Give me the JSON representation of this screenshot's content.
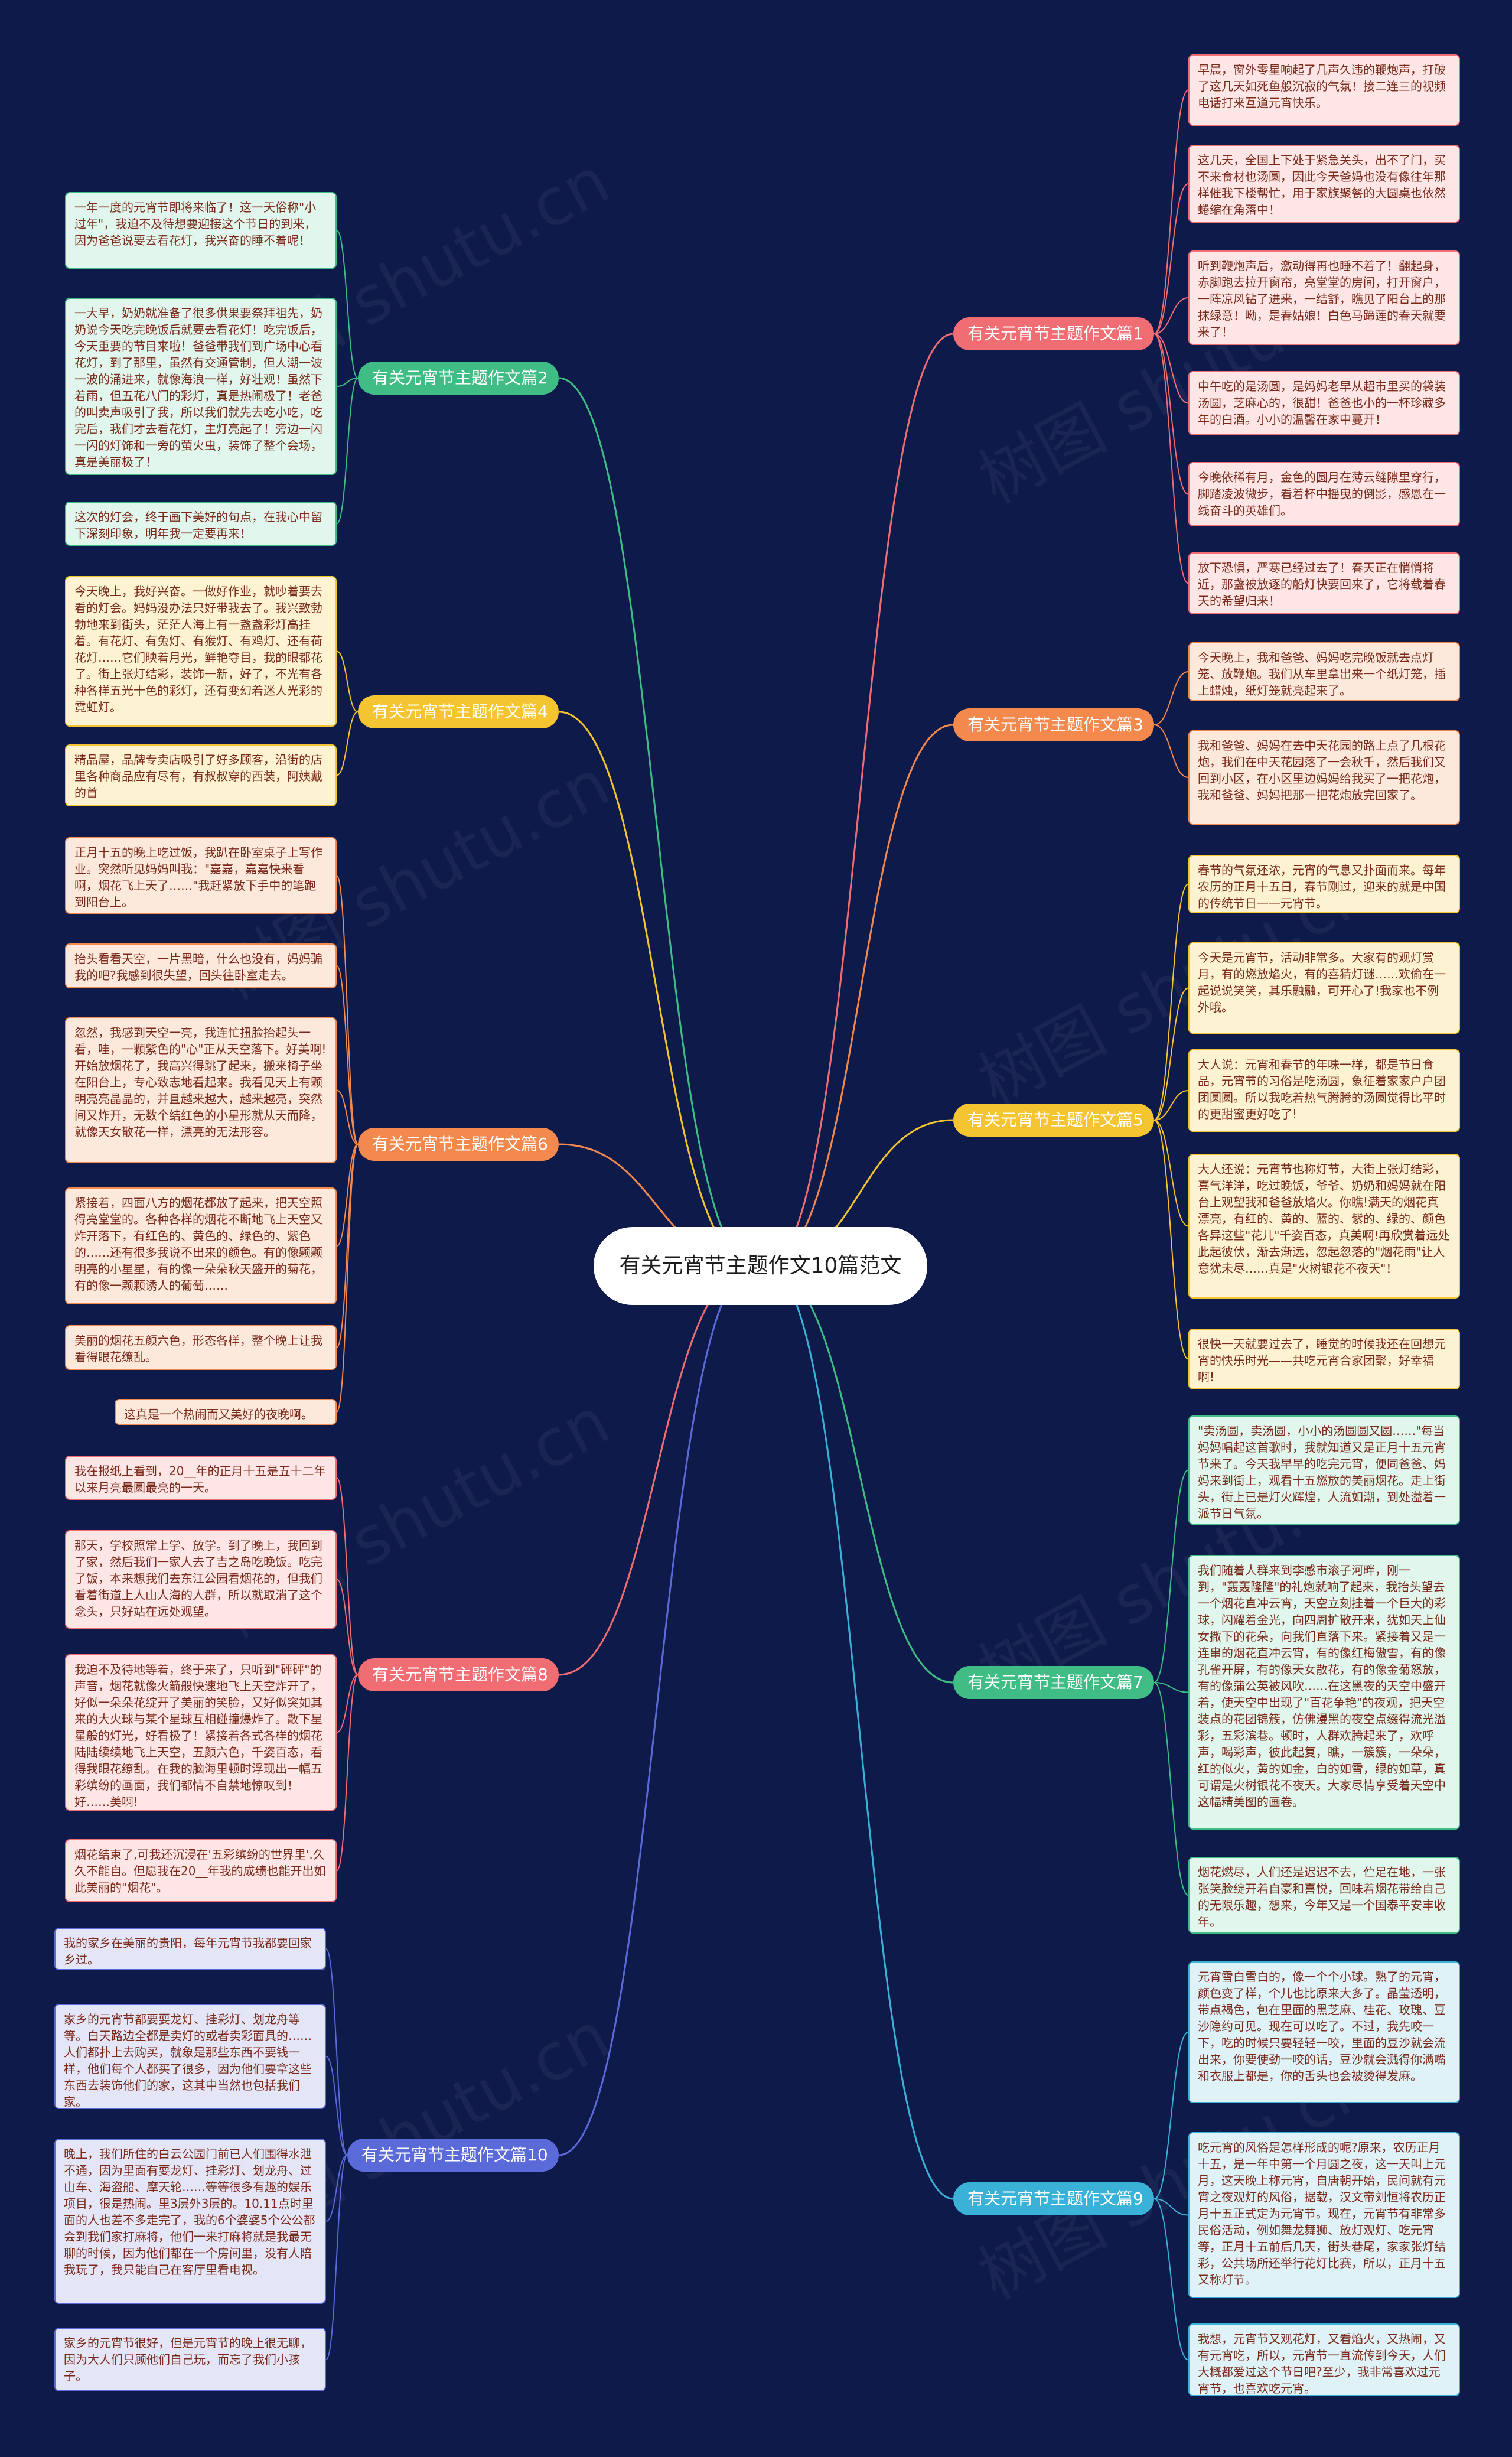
{
  "root": {
    "title": "有关元宵节主题作文10篇范文"
  },
  "branches": [
    {
      "id": "b1",
      "label": "有关元宵节主题作文篇1",
      "color": "#f06e73",
      "leaves": [
        "早晨，窗外零星响起了几声久违的鞭炮声，打破了这几天如死鱼般沉寂的气氛！接二连三的视频电话打来互道元宵快乐。",
        "这几天，全国上下处于紧急关头，出不了门，买不来食材也汤圆，因此今天爸妈也没有像往年那样催我下楼帮忙，用于家族聚餐的大圆桌也依然蜷缩在角落中！",
        "听到鞭炮声后，激动得再也睡不着了！翻起身，赤脚跑去拉开窗帘，亮堂堂的房间，打开窗户，一阵凉风钻了进来，一结舒，瞧见了阳台上的那抹绿意！呦，是春姑娘！白色马蹄莲的春天就要来了！",
        "中午吃的是汤圆，是妈妈老早从超市里买的袋装汤圆，芝麻心的，很甜！爸爸也小的一杯珍藏多年的白酒。小小的温馨在家中蔓开！",
        "今晚依稀有月，金色的圆月在薄云缝隙里穿行，脚踏凌波微步，看着杯中摇曳的倒影，感恩在一线奋斗的英雄们。",
        "放下恐惧，严寒已经过去了！春天正在悄悄将近，那盏被放逐的船灯快要回来了，它将载着春天的希望归来！"
      ]
    },
    {
      "id": "b2",
      "label": "有关元宵节主题作文篇2",
      "color": "#3fbd85",
      "leaves": [
        "一年一度的元宵节即将来临了！这一天俗称\"小过年\"，我迫不及待想要迎接这个节日的到来，因为爸爸说要去看花灯，我兴奋的睡不着呢！",
        "一大早，奶奶就准备了很多供果要祭拜祖先，奶奶说今天吃完晚饭后就要去看花灯！吃完饭后，今天重要的节目来啦！爸爸带我们到广场中心看花灯，到了那里，虽然有交通管制，但人潮一波一波的涌进来，就像海浪一样，好壮观！虽然下着雨，但五花八门的彩灯，真是热闹极了！老爸的叫卖声吸引了我，所以我们就先去吃小吃，吃完后，我们才去看花灯，主灯亮起了！旁边一闪一闪的灯饰和一旁的萤火虫，装饰了整个会场，真是美丽极了！",
        "这次的灯会，终于画下美好的句点，在我心中留下深刻印象，明年我一定要再来！"
      ]
    },
    {
      "id": "b3",
      "label": "有关元宵节主题作文篇3",
      "color": "#f4894e",
      "leaves": [
        "今天晚上，我和爸爸、妈妈吃完晚饭就去点灯笼、放鞭炮。我们从车里拿出来一个纸灯笼，插上蜡烛，纸灯笼就亮起来了。",
        "我和爸爸、妈妈在去中天花园的路上点了几根花炮，我们在中天花园落了一会秋千，然后我们又回到小区，在小区里边妈妈给我买了一把花炮，我和爸爸、妈妈把那一把花炮放完回家了。"
      ]
    },
    {
      "id": "b4",
      "label": "有关元宵节主题作文篇4",
      "color": "#f5c431",
      "leaves": [
        "今天晚上，我好兴奋。一做好作业，就吵着要去看的灯会。妈妈没办法只好带我去了。我兴致勃勃地来到街头，茫茫人海上有一盏盏彩灯高挂着。有花灯、有兔灯、有猴灯、有鸡灯、还有荷花灯……它们映着月光，鲜艳夺目，我的眼都花了。街上张灯结彩，装饰一新，好了，不光有各种各样五光十色的彩灯，还有变幻着迷人光彩的霓虹灯。",
        "精品屋，品牌专卖店吸引了好多顾客，沿街的店里各种商品应有尽有，有叔叔穿的西装，阿姨戴的首"
      ]
    },
    {
      "id": "b5",
      "label": "有关元宵节主题作文篇5",
      "color": "#f5c431",
      "leaves": [
        "春节的气氛还浓，元宵的气息又扑面而来。每年农历的正月十五日，春节刚过，迎来的就是中国的传统节日——元宵节。",
        "今天是元宵节，活动非常多。大家有的观灯赏月，有的燃放焰火，有的喜猜灯谜……欢偷在一起说说笑笑，其乐融融，可开心了!我家也不例外哦。",
        "大人说：元宵和春节的年味一样，都是节日食品，元宵节的习俗是吃汤圆，象征着家家户户团团圆圆。所以我吃着热气腾腾的汤圆觉得比平时的更甜蜜更好吃了!",
        "大人还说：元宵节也称灯节，大街上张灯结彩，喜气洋洋，吃过晚饭，爷爷、奶奶和妈妈就在阳台上观望我和爸爸放焰火。你瞧!满天的烟花真漂亮，有红的、黄的、蓝的、紫的、绿的、颜色各异这些\"花儿\"千姿百态，真美啊!再欣赏着远处此起彼伏，渐去渐远，忽起忽落的\"烟花雨\"让人意犹未尽……真是\"火树银花不夜天\"！",
        "很快一天就要过去了，睡觉的时候我还在回想元宵的快乐时光——共吃元宵合家团聚，好幸福啊!"
      ]
    },
    {
      "id": "b6",
      "label": "有关元宵节主题作文篇6",
      "color": "#f4894e",
      "leaves": [
        "正月十五的晚上吃过饭，我趴在卧室桌子上写作业。突然听见妈妈叫我：\"嘉嘉，嘉嘉快来看啊，烟花飞上天了……\"我赶紧放下手中的笔跑到阳台上。",
        "抬头看看天空，一片黑暗，什么也没有，妈妈骗我的吧?我感到很失望，回头往卧室走去。",
        "忽然，我感到天空一亮，我连忙扭脸抬起头一看，哇，一颗紫色的\"心\"正从天空落下。好美啊!开始放烟花了，我高兴得跳了起来，搬来椅子坐在阳台上，专心致志地看起来。我看见天上有颗明亮亮晶晶的，并且越来越大，越来越亮，突然间又炸开，无数个结红色的小星形就从天而降，就像天女散花一样，漂亮的无法形容。",
        "紧接着，四面八方的烟花都放了起来，把天空照得亮堂堂的。各种各样的烟花不断地飞上天空又炸开落下，有红色的、黄色的、绿色的、紫色的……还有很多我说不出来的颜色。有的像颗颗明亮的小星星，有的像一朵朵秋天盛开的菊花，有的像一颗颗诱人的葡萄……",
        "美丽的烟花五颜六色，形态各样，整个晚上让我看得眼花缭乱。",
        "这真是一个热闹而又美好的夜晚啊。"
      ]
    },
    {
      "id": "b7",
      "label": "有关元宵节主题作文篇7",
      "color": "#3fbd85",
      "leaves": [
        "\"卖汤圆，卖汤圆，小小的汤圆圆又圆……\"每当妈妈唱起这首歌时，我就知道又是正月十五元宵节来了。今天我早早的吃完元宵，便同爸爸、妈妈来到街上，观看十五燃放的美丽烟花。走上街头，街上已是灯火辉煌，人流如潮，到处溢着一派节日气氛。",
        "我们随着人群来到李感市滚子河畔，刚一到，\"轰轰隆隆\"的礼炮就响了起来，我抬头望去一个烟花直冲云宵，天空立刻挂着一个巨大的彩球，闪耀着金光，向四周扩散开来，犹如天上仙女撒下的花朵，向我们直落下来。紧接着又是一连串的烟花直冲云宵，有的像红梅傲雪，有的像孔雀开屏，有的像天女散花，有的像金菊怒放，有的像蒲公英被风吹……在这黑夜的天空中盛开着，使天空中出现了\"百花争艳\"的夜观，把天空装点的花团锦簇，仿佛漫黑的夜空点缀得流光溢彩，五彩滨巷。顿时，人群欢腾起来了，欢呼声，喝彩声，彼此起复，瞧，一簇簇，一朵朵，红的似火，黄的如金，白的如雪，绿的如草，真可谓是火树银花不夜天。大家尽情享受着天空中这幅精美图的画卷。",
        "烟花燃尽，人们还是迟迟不去，伫足在地，一张张笑脸绽开着自豪和喜悦，回味着烟花带给自己的无限乐趣，想来，今年又是一个国泰平安丰收年。"
      ]
    },
    {
      "id": "b8",
      "label": "有关元宵节主题作文篇8",
      "color": "#f06e73",
      "leaves": [
        "我在报纸上看到，20__年的正月十五是五十二年以来月亮最圆最亮的一天。",
        "那天，学校照常上学、放学。到了晚上，我回到了家，然后我们一家人去了吉之岛吃晚饭。吃完了饭，本来想我们去东江公园看烟花的，但我们看着街道上人山人海的人群，所以就取消了这个念头，只好站在远处观望。",
        "我迫不及待地等着，终于来了，只听到\"砰砰\"的声音，烟花就像火箭般快速地飞上天空炸开了，好似一朵朵花绽开了美丽的笑脸，又好似突如其来的大火球与某个星球互相碰撞爆炸了。散下星星般的灯光，好看极了！紧接着各式各样的烟花陆陆续续地飞上天空，五颜六色，千姿百态，看得我眼花缭乱。在我的脑海里顿时浮现出一幅五彩缤纷的画面，我们都情不自禁地惊叹到！好……美啊!",
        "烟花结束了,可我还沉浸在'五彩缤纷的世界里'.久久不能自。但愿我在20__年我的成绩也能开出如此美丽的\"烟花\"。"
      ]
    },
    {
      "id": "b9",
      "label": "有关元宵节主题作文篇9",
      "color": "#3ab1d6",
      "leaves": [
        "元宵雪白雪白的，像一个个小球。熟了的元宵，颜色变了样，个儿也比原来大多了。晶莹透明，带点褐色，包在里面的黑芝麻、桂花、玫瑰、豆沙隐约可见。现在可以吃了。不过，我先咬一下，吃的时候只要轻轻一咬，里面的豆沙就会流出来，你要使劲一咬的话，豆沙就会溅得你满嘴和衣服上都是，你的舌头也会被烫得发麻。",
        "吃元宵的风俗是怎样形成的呢?原来，农历正月十五，是一年中第一个月圆之夜，这一天叫上元月，这天晚上称元宵，自唐朝开始，民间就有元宵之夜观灯的风俗，据载，汉文帝刘恒将农历正月十五正式定为元宵节。现在，元宵节有非常多民俗活动，例如舞龙舞狮、放灯观灯、吃元宵等，正月十五前后几天，街头巷尾，家家张灯结彩，公共场所还举行花灯比赛，所以，正月十五又称灯节。",
        "我想，元宵节又观花灯，又看焰火，又热闹，又有元宵吃，所以，元宵节一直流传到今天，人们大概都爱过这个节日吧?至少，我非常喜欢过元宵节，也喜欢吃元宵。"
      ]
    },
    {
      "id": "b10",
      "label": "有关元宵节主题作文篇10",
      "color": "#5b6ad9",
      "leaves": [
        "我的家乡在美丽的贵阳，每年元宵节我都要回家乡过。",
        "家乡的元宵节都要耍龙灯、挂彩灯、划龙舟等等。白天路边全都是卖灯的或者卖彩面具的……人们都扑上去购买，就象是那些东西不要钱一样，他们每个人都买了很多，因为他们要拿这些东西去装饰他们的家，这其中当然也包括我们家。",
        "晚上，我们所住的白云公园门前已人们围得水泄不通，因为里面有耍龙灯、挂彩灯、划龙舟、过山车、海盗船、摩天轮……等等很多有趣的娱乐项目，很是热闹。里3层外3层的。10.11点时里面的人也差不多走完了，我的6个婆婆5个公公都会到我们家打麻将，他们一来打麻将就是我最无聊的时候，因为他们都在一个房间里，没有人陪我玩了，我只能自己在客厅里看电视。",
        "家乡的元宵节很好，但是元宵节的晚上很无聊，因为大人们只顾他们自己玩，而忘了我们小孩子。"
      ]
    }
  ]
}
